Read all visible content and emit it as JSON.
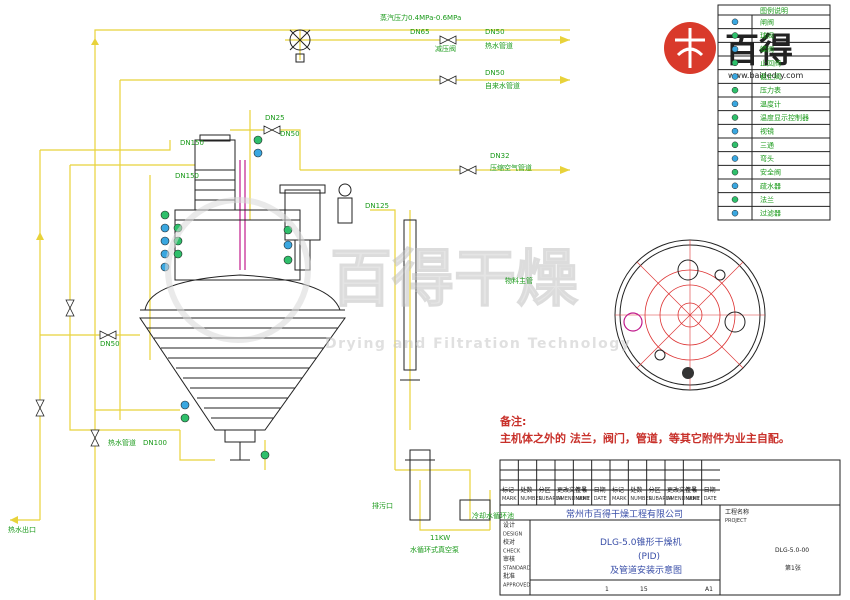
{
  "pipes": {
    "steam_pressure": "蒸汽压力0.4MPa-0.6MPa",
    "dn65": "DN65",
    "reducing_valve": "减压阀",
    "dn50_hot": "DN50",
    "hot_water": "热水管道",
    "dn50_tap": "DN50",
    "tap_water": "自来水管道",
    "dn25": "DN25",
    "dn50_a": "DN50",
    "dn150": "DN150",
    "dn150_b": "DN150",
    "dn32": "DN32",
    "compressed_air": "压缩空气管道",
    "dn125": "DN125",
    "material_pipe": "物料主管",
    "dn50_left": "DN50",
    "hot_water_bottom": "热水管道",
    "dn100": "DN100",
    "drain": "排污口",
    "hot_water_out": "热水出口",
    "cooling_water": "冷却水循环池",
    "pump_power": "11KW",
    "vacuum_pump": "水循环式真空泵"
  },
  "logo": {
    "brand": "百得",
    "url": "www.baidedry.com"
  },
  "legend": {
    "title": "图例说明",
    "items": [
      {
        "icon": "gate-valve-icon",
        "label": "闸阀"
      },
      {
        "icon": "ball-valve-icon",
        "label": "球阀"
      },
      {
        "icon": "butterfly-valve-icon",
        "label": "蝶阀"
      },
      {
        "icon": "check-valve-icon",
        "label": "止回阀"
      },
      {
        "icon": "globe-valve-icon",
        "label": "截止阀"
      },
      {
        "icon": "pressure-gauge-icon",
        "label": "压力表"
      },
      {
        "icon": "thermometer-icon",
        "label": "温度计"
      },
      {
        "icon": "temp-sensor-icon",
        "label": "温度显示控制器"
      },
      {
        "icon": "sight-glass-icon",
        "label": "视镜"
      },
      {
        "icon": "tee-icon",
        "label": "三通"
      },
      {
        "icon": "elbow-icon",
        "label": "弯头"
      },
      {
        "icon": "safety-valve-icon",
        "label": "安全阀"
      },
      {
        "icon": "trap-icon",
        "label": "疏水器"
      },
      {
        "icon": "flange-icon",
        "label": "法兰"
      },
      {
        "icon": "filter-icon",
        "label": "过滤器"
      }
    ]
  },
  "watermark": {
    "cn": "百得干燥",
    "en": "Drying and Filtration Technology"
  },
  "note": {
    "title": "备注:",
    "text": "主机体之外的 法兰，阀门，管道，等其它附件为业主自配。"
  },
  "title_block": {
    "revision_headers": [
      "标记",
      "处数",
      "分区",
      "更改文件号",
      "签名",
      "日期"
    ],
    "revision_headers_en": [
      "MARK",
      "NUMBER",
      "SUBAREA",
      "AMENDMENT",
      "NAME",
      "DATE"
    ],
    "company": "常州市百得干燥工程有限公司",
    "drawing_title_1": "DLG-5.0锥形干燥机",
    "drawing_title_2": "(PID)",
    "drawing_title_3": "及管道安装示意图",
    "project_label": "工程名称",
    "project_label_en": "PROJECT",
    "drawing_no": "DLG-5.0-00",
    "sheet": "第1张",
    "left_rows": [
      "设计",
      "DESIGN",
      "校对",
      "CHECK",
      "审核",
      "STANDARD",
      "批准",
      "APPROVED"
    ],
    "bottom_vals": [
      "1",
      "15",
      "A1"
    ]
  },
  "colors": {
    "pipe": "#e8d23a",
    "label_green": "#1a9a1a",
    "note_red": "#c8302a",
    "title_blue": "#3a4fa8",
    "agitator": "#c01a8c",
    "accent_red": "#d93a2b"
  }
}
